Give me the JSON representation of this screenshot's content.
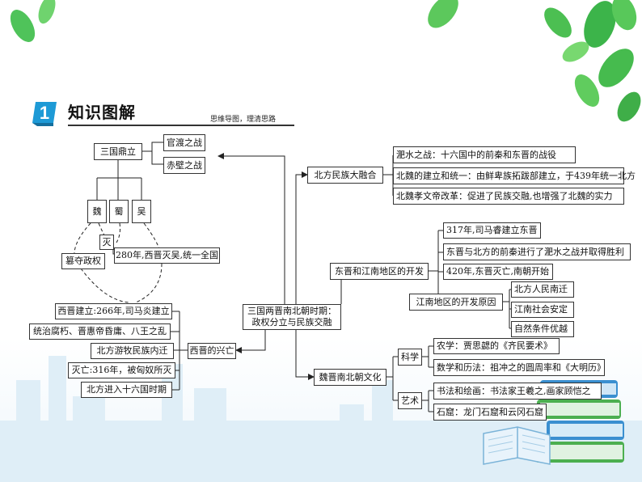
{
  "header": {
    "badge_number": "1",
    "title": "知识图解",
    "subtitle": "思维导图，理清思路"
  },
  "root": {
    "line1": "三国两晋南北朝时期：",
    "line2": "政权分立与民族交融"
  },
  "left": {
    "sanguo": "三国鼎立",
    "guandu": "官渡之战",
    "chibi": "赤壁之战",
    "wei": "魏",
    "shu": "蜀",
    "wu": "吴",
    "mie": "灭",
    "cuanduo": "篡夺政权",
    "xijin_mie_wu": "280年,西晋灭吴,统一全国",
    "xijin_jianli": "西晋建立:266年,司马炎建立",
    "xijin_xingwang": "西晋的兴亡",
    "tongzhi": "统治腐朽、晋惠帝昏庸、八王之乱",
    "youmu": "北方游牧民族内迁",
    "wangguo": "灭亡:316年，被匈奴所灭",
    "shiliuguo": "北方进入十六国时期"
  },
  "right": {
    "beifang_ronghe": "北方民族大融合",
    "feishui": "淝水之战：十六国中的前秦和东晋的战役",
    "beiwei_tongyi": "北魏的建立和统一：由鲜卑族拓跋部建立，于439年统一北方",
    "xiaowen": "北魏孝文帝改革：促进了民族交融,也增强了北魏的实力",
    "dongjin_kaifa": "东晋和江南地区的开发",
    "dongjin_jianli": "317年,司马睿建立东晋",
    "dongjin_shengli": "东晋与北方的前秦进行了淝水之战并取得胜利",
    "nanchao": "420年,东晋灭亡,南朝开始",
    "jiangnan_yuanyin": "江南地区的开发原因",
    "nanqian": "北方人民南迁",
    "anding": "江南社会安定",
    "ziran": "自然条件优越",
    "wenhua": "魏晋南北朝文化",
    "kexue": "科学",
    "nongxue": "农学：贾思勰的《齐民要术》",
    "shuxue": "数学和历法：祖冲之的圆周率和《大明历》",
    "yishu": "艺术",
    "shufa": "书法和绘画：书法家王羲之,画家顾恺之",
    "shiku": "石窟：龙门石窟和云冈石窟"
  },
  "colors": {
    "accent": "#1e9ad6",
    "leaf": "#3cb44a",
    "book_blue": "#3a8fd0",
    "book_green": "#4caf50"
  }
}
